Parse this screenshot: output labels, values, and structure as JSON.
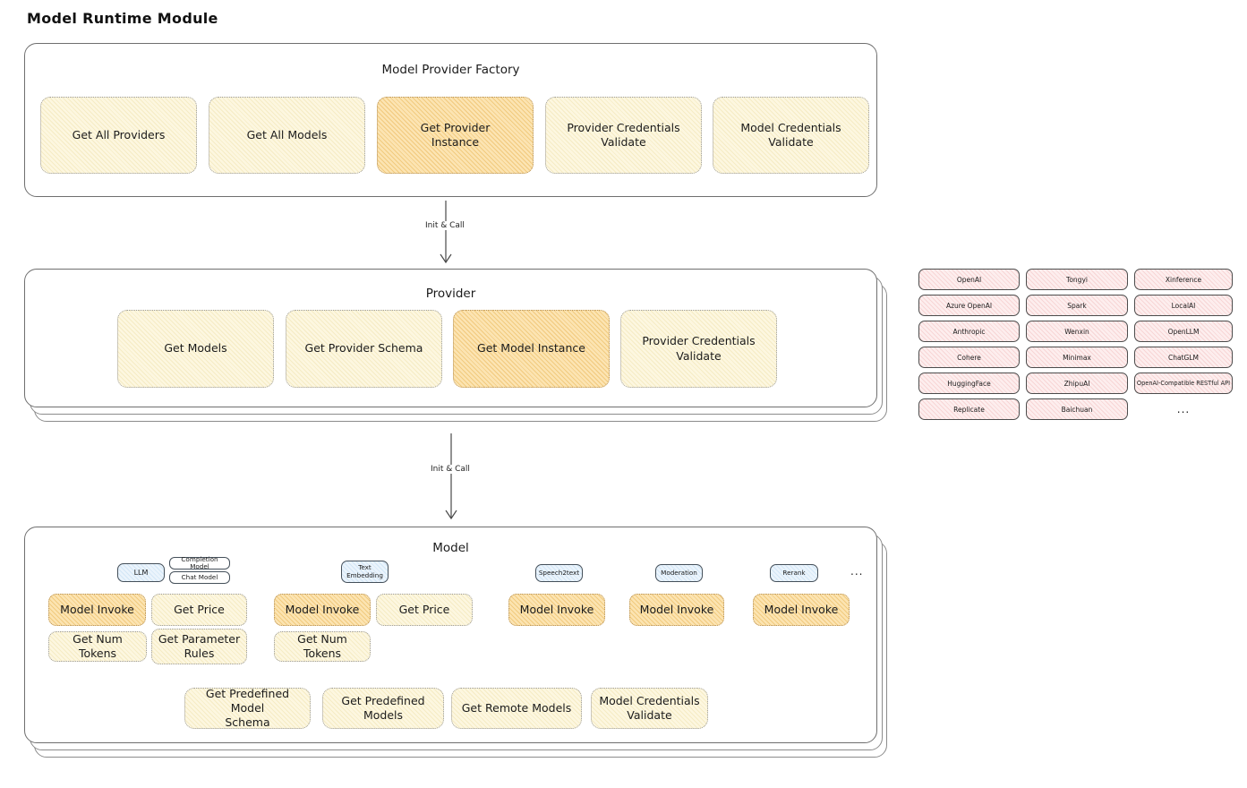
{
  "title": "Model Runtime Module",
  "colors": {
    "yellow_light": "#fdf7e0",
    "yellow_dark": "#fce4b2",
    "blue": "#ebf4fc",
    "pink": "#fdeeee",
    "box_border": "#6f6f6f"
  },
  "factory": {
    "title": "Model Provider Factory",
    "items": [
      {
        "label": "Get All Providers",
        "variant": "light"
      },
      {
        "label": "Get All Models",
        "variant": "light"
      },
      {
        "label": "Get Provider\nInstance",
        "variant": "dark"
      },
      {
        "label": "Provider Credentials\nValidate",
        "variant": "light"
      },
      {
        "label": "Model Credentials\nValidate",
        "variant": "light"
      }
    ]
  },
  "arrows": {
    "factory_to_provider": "Init & Call",
    "provider_to_model": "Init & Call"
  },
  "provider": {
    "title": "Provider",
    "items": [
      {
        "label": "Get Models",
        "variant": "light"
      },
      {
        "label": "Get Provider Schema",
        "variant": "light"
      },
      {
        "label": "Get Model Instance",
        "variant": "dark"
      },
      {
        "label": "Provider Credentials\nValidate",
        "variant": "light"
      }
    ]
  },
  "providers_grid": [
    "OpenAI",
    "Tongyi",
    "Xinference",
    "Azure OpenAI",
    "Spark",
    "LocalAI",
    "Anthropic",
    "Wenxin",
    "OpenLLM",
    "Cohere",
    "Minimax",
    "ChatGLM",
    "HuggingFace",
    "ZhipuAI",
    "OpenAI-Compatible RESTful API",
    "Replicate",
    "Baichuan",
    "..."
  ],
  "model": {
    "title": "Model",
    "tags": {
      "llm": "LLM",
      "completion": "Completion Model",
      "chat": "Chat Model",
      "text_embedding": "Text\nEmbedding",
      "speech2text": "Speech2text",
      "moderation": "Moderation",
      "rerank": "Rerank",
      "more": "..."
    },
    "ops": {
      "model_invoke": "Model Invoke",
      "get_price": "Get Price",
      "get_num_tokens": "Get Num Tokens",
      "get_parameter_rules": "Get Parameter\nRules"
    },
    "bottom": [
      "Get Predefined Model\nSchema",
      "Get Predefined\nModels",
      "Get Remote Models",
      "Model Credentials\nValidate"
    ]
  }
}
